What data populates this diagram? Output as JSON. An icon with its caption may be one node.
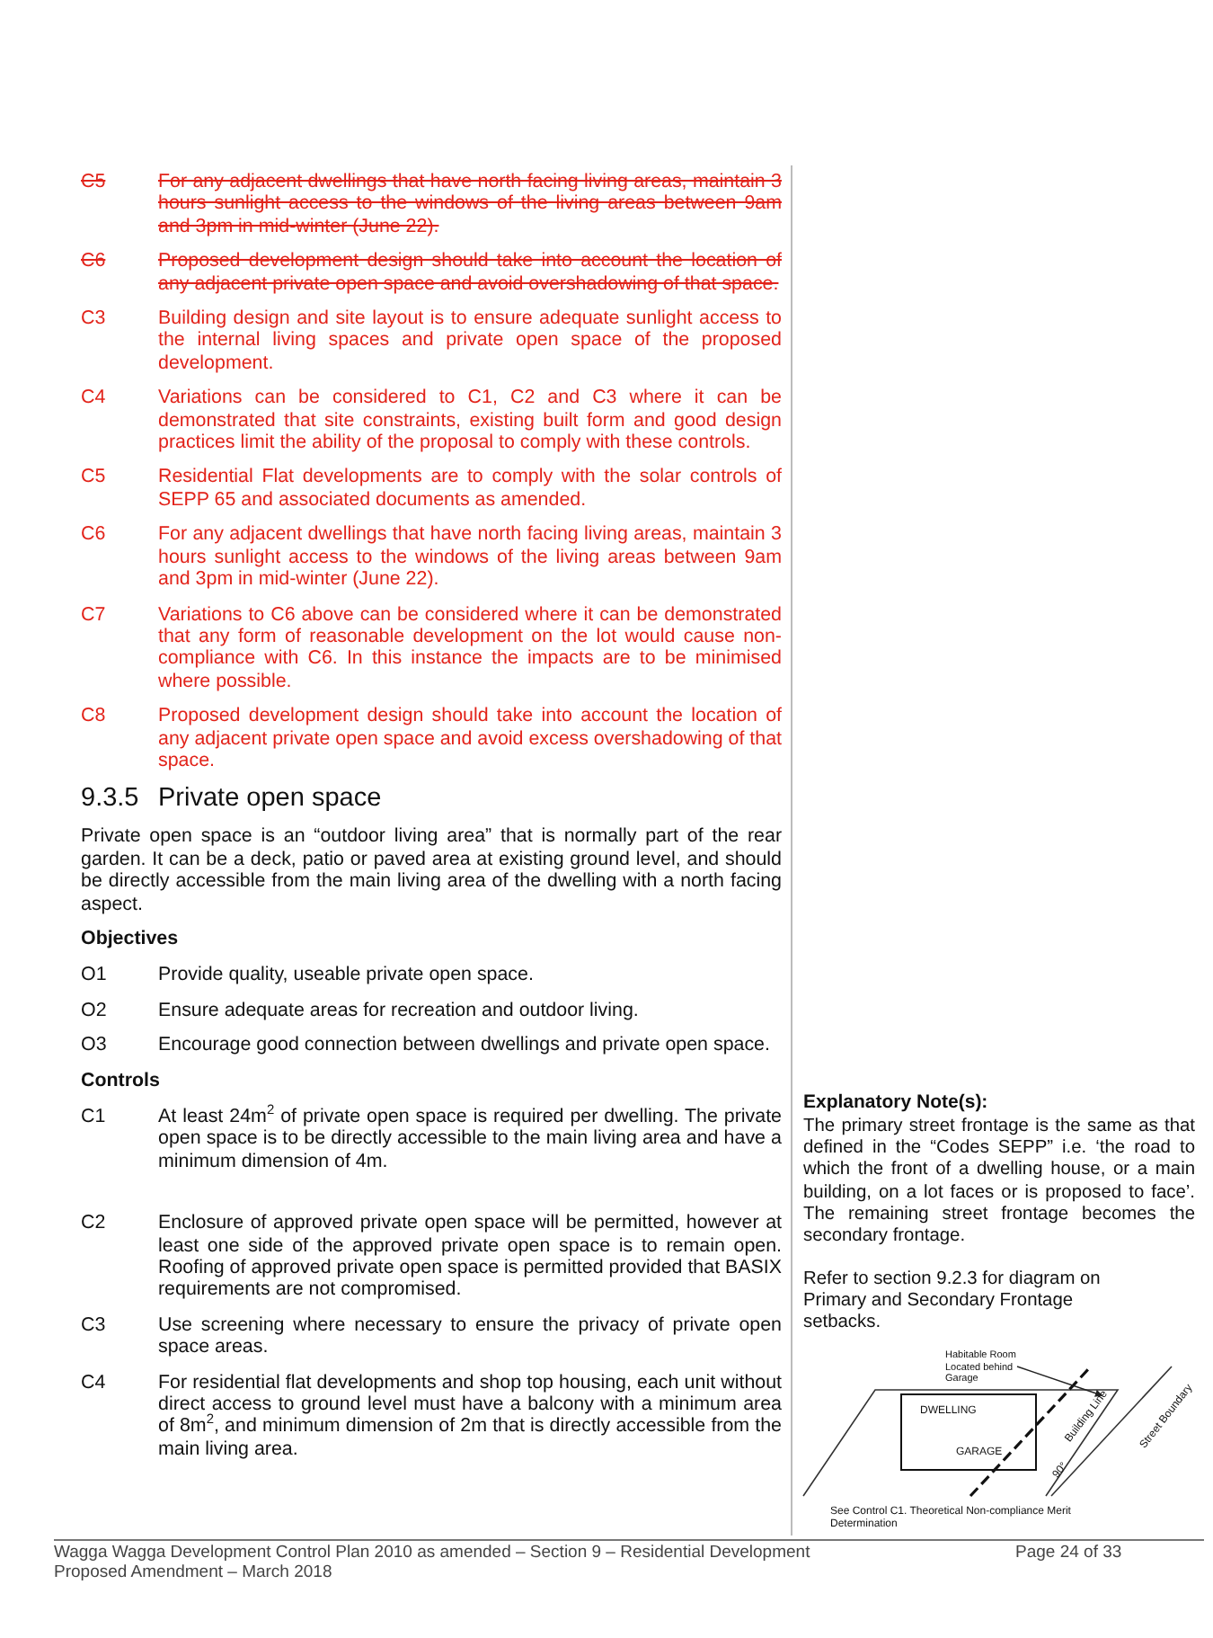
{
  "diagram": {
    "nodes": [
      {
        "text": [
          "Habitable Room Located behind Garage"
        ]
      },
      {
        "text": [
          "DWELLING",
          "GARAGE"
        ]
      },
      {
        "text": [
          "Building Line"
        ]
      }
    ],
    "edges": [
      {
        "from": 0,
        "to": 2,
        "arrow": "to"
      }
    ],
    "labels": [
      "C5",
      "For any adjacent dwellings that have north facing living areas, maintain 3 hours sunlight access to the windows of the living areas between 9am and 3pm in mid-winter (June 22).",
      "C6",
      "Proposed development design should take into account the location of any adjacent private open space and avoid overshadowing of that space.",
      "C3",
      "Building design and site layout is to ensure adequate sunlight access to the internal living spaces and private open space of the proposed development.",
      "C4",
      "Variations can be considered to C1, C2 and C3 where it can be demonstrated that site constraints, existing built form and good design practices limit the ability of the proposal to comply with these controls.",
      "C5",
      "Residential Flat developments are to comply with the solar controls of SEPP 65 and associated documents as amended.",
      "C6",
      "For any adjacent dwellings that have north facing living areas, maintain 3 hours sunlight access to the windows of the living areas between 9am and 3pm in mid-winter (June 22).",
      "C7",
      "Variations to C6 above can be considered where it can be demonstrated that any form of reasonable development on the lot would cause non-compliance with C6. In this instance the impacts are to be minimised where possible.",
      "C8",
      "Proposed development design should take into account the location of any adjacent private open space and avoid excess overshadowing of that space.",
      "9.3.5",
      "Private open space",
      "Private open space is an “outdoor living area” that is normally part of the rear garden.  It can be a deck, patio or paved area at existing ground level, and should be directly accessible from the main living area of the dwelling with a north facing aspect.",
      "Objectives",
      "O1",
      "Provide quality, useable private open space.",
      "O2",
      "Ensure adequate areas for recreation and outdoor living.",
      "O3",
      "Encourage good connection between dwellings and private open space.",
      "Controls",
      "C1",
      "At least 24m$^{2}$ of private open space is required per dwelling.  The private open space is to be directly accessible to the main living area and have a minimum dimension of 4m.",
      "C2",
      "Enclosure of approved private open space will be permitted, however at least one side of the approved private open space is to remain open. Roofing of approved private open space is permitted provided that BASIX requirements are not compromised.",
      "C3",
      "Use screening where necessary to ensure the privacy of private open space areas.",
      "C4",
      "For residential flat developments and shop top housing, each unit without direct access to ground level must have a balcony with a minimum area of 8m$^{2}$, and minimum dimension of 2m that is directly accessible from the main living area.",
      "Explanatory Note(s):",
      "The primary street frontage is the same as that defined in the “Codes SEPP” i.e. ‘the road to which the front of a dwelling house, or a main building, on a lot faces or is proposed to face’. The remaining street frontage becomes the secondary frontage.",
      "Refer to section 9.2.3 for diagram on Primary and Secondary Frontage setbacks.",
      "Street Boundary",
      "90°",
      "See Control C1. Theoretical Non-compliance Merit Determination",
      "Wagga Wagga Development Control Plan 2010 as amended – Section 9 – Residential Development",
      "Page 24 of 33",
      "Proposed Amendment – March 2018"
    ]
  }
}
